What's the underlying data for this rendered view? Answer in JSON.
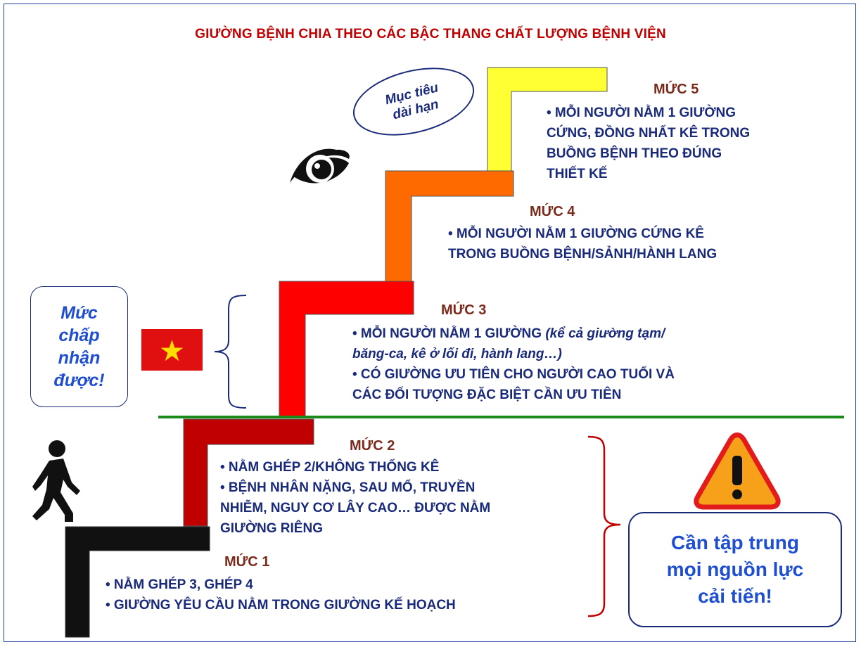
{
  "title": "GIƯỜNG BỆNH CHIA THEO CÁC BẬC THANG CHẤT LƯỢNG BỆNH VIỆN",
  "bubble": {
    "line1": "Mục tiêu",
    "line2": "dài hạn"
  },
  "acceptable_box": {
    "lines": [
      "Mức",
      "chấp",
      "nhận",
      "được!"
    ]
  },
  "focus_box": {
    "lines": [
      "Cần tập trung",
      "mọi nguồn lực",
      "cải tiến!"
    ]
  },
  "levels": {
    "l5": {
      "label": "MỨC 5",
      "lines": [
        "• MỖI NGƯỜI NẰM 1 GIƯỜNG",
        "CỨNG, ĐỒNG NHẤT KÊ TRONG",
        "BUỒNG BỆNH THEO ĐÚNG",
        "THIẾT KẾ"
      ]
    },
    "l4": {
      "label": "MỨC 4",
      "lines": [
        "• MỖI NGƯỜI NẰM 1 GIƯỜNG CỨNG KÊ",
        "TRONG BUỒNG BỆNH/SẢNH/HÀNH LANG"
      ]
    },
    "l3": {
      "label": "MỨC 3",
      "line1_main": "• MỖI NGƯỜI NẰM 1 GIƯỜNG ",
      "line1_italic": "(kể cả giường tạm/",
      "line2_italic": "băng-ca, kê ở lối đi, hành lang…)",
      "line3": "• CÓ GIƯỜNG ƯU TIÊN CHO NGƯỜI CAO TUỔI VÀ",
      "line4": "CÁC ĐỐI TƯỢNG ĐẶC BIỆT CẦN ƯU TIÊN"
    },
    "l2": {
      "label": "MỨC 2",
      "lines": [
        "• NẰM GHÉP 2/KHÔNG THỐNG KÊ",
        "• BỆNH NHÂN NẶNG, SAU MỔ, TRUYỀN",
        "NHIỄM, NGUY CƠ LÂY CAO… ĐƯỢC NẰM",
        "GIƯỜNG RIÊNG"
      ]
    },
    "l1": {
      "label": "MỨC 1",
      "lines": [
        "•  NẰM GHÉP 3, GHÉP 4",
        "• GIƯỜNG YÊU CẦU NẰM TRONG GIƯỜNG KẾ HOẠCH"
      ]
    }
  },
  "colors": {
    "l1": "#111111",
    "l2": "#c00000",
    "l3": "#ff0000",
    "l4": "#ff6a00",
    "l5": "#ffff33",
    "divider": "#1a8a1a",
    "title": "#c00000",
    "level_label": "#7a2a1a",
    "body_text": "#1a2a7a",
    "accent_blue": "#1f4fd0"
  },
  "icons": [
    "eye-icon",
    "walking-person-icon",
    "warning-icon",
    "vietnam-flag-icon"
  ]
}
